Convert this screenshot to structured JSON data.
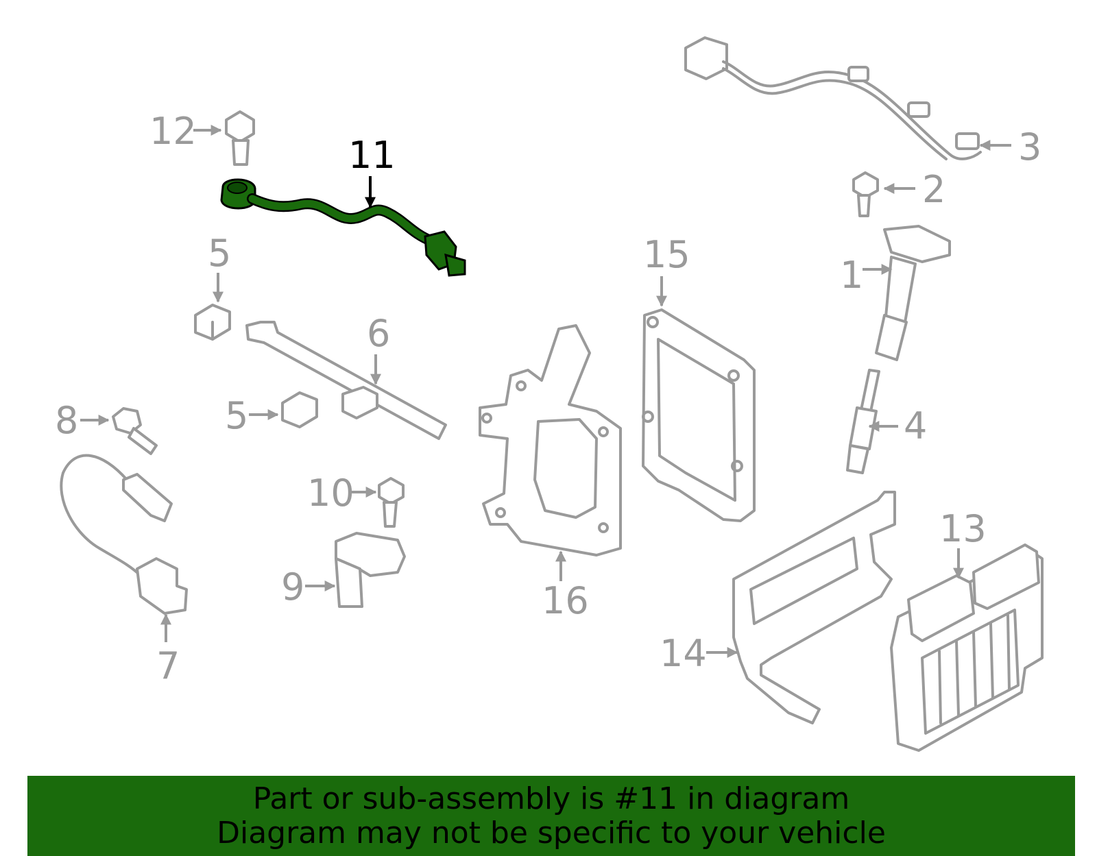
{
  "callouts": {
    "c1": "1",
    "c2": "2",
    "c3": "3",
    "c4": "4",
    "c5a": "5",
    "c5b": "5",
    "c6": "6",
    "c7": "7",
    "c8": "8",
    "c9": "9",
    "c10": "10",
    "c11": "11",
    "c12": "12",
    "c13": "13",
    "c14": "14",
    "c15": "15",
    "c16": "16"
  },
  "highlight_part": "11",
  "colors": {
    "highlight_part_fill": "#1a6b0c",
    "banner_bg": "#1a6b0c",
    "part_outline": "#9a9a9a",
    "callout_text": "#9a9a9a",
    "highlight_callout_text": "#000000"
  },
  "banner": {
    "line1": "Part or sub-assembly is #11 in diagram",
    "line2": "Diagram may not be specific to your vehicle"
  }
}
